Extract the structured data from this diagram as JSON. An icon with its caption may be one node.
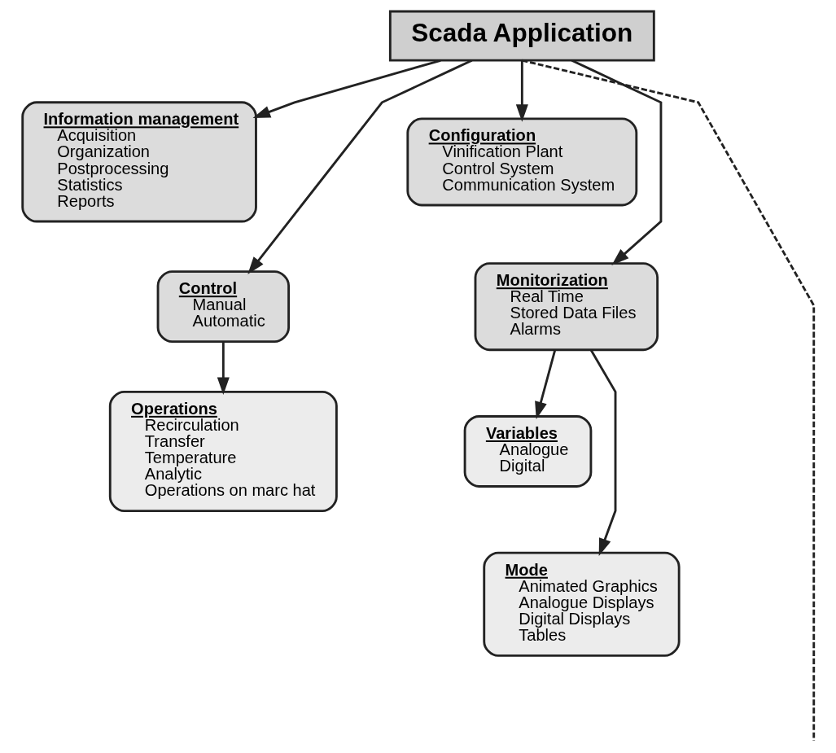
{
  "diagram": {
    "nodes": [
      {
        "text": [
          "Scada Application"
        ]
      },
      {
        "text": [
          "Information management",
          "Acquisition",
          "Organization",
          "Postprocessing",
          "Statistics",
          "Reports"
        ]
      },
      {
        "text": [
          "Configuration",
          "Vinification Plant",
          "Control System",
          "Communication System"
        ]
      },
      {
        "text": [
          "Control",
          "Manual",
          "Automatic"
        ]
      },
      {
        "text": [
          "Monitorization",
          "Real Time",
          "Stored Data Files",
          "Alarms"
        ]
      },
      {
        "text": [
          "Operations",
          "Recirculation",
          "Transfer",
          "Temperature",
          "Analytic",
          "Operations on marc hat"
        ]
      },
      {
        "text": [
          "Variables",
          "Analogue",
          "Digital"
        ]
      },
      {
        "text": [
          "Mode",
          "Animated Graphics",
          "Analogue Displays",
          "Digital Displays",
          "Tables"
        ]
      }
    ],
    "edges": [
      {
        "from": 0,
        "to": 1,
        "arrow": "to"
      },
      {
        "from": 0,
        "to": 2,
        "arrow": "to"
      },
      {
        "from": 0,
        "to": 3,
        "arrow": "to"
      },
      {
        "from": 0,
        "to": 4,
        "arrow": "to"
      },
      {
        "from": 3,
        "to": 5,
        "arrow": "to"
      },
      {
        "from": 4,
        "to": 6,
        "arrow": "to"
      },
      {
        "from": 4,
        "to": 7,
        "arrow": "to"
      },
      {
        "from": 0,
        "to": null,
        "arrow": "none",
        "style": "dashed"
      }
    ]
  }
}
